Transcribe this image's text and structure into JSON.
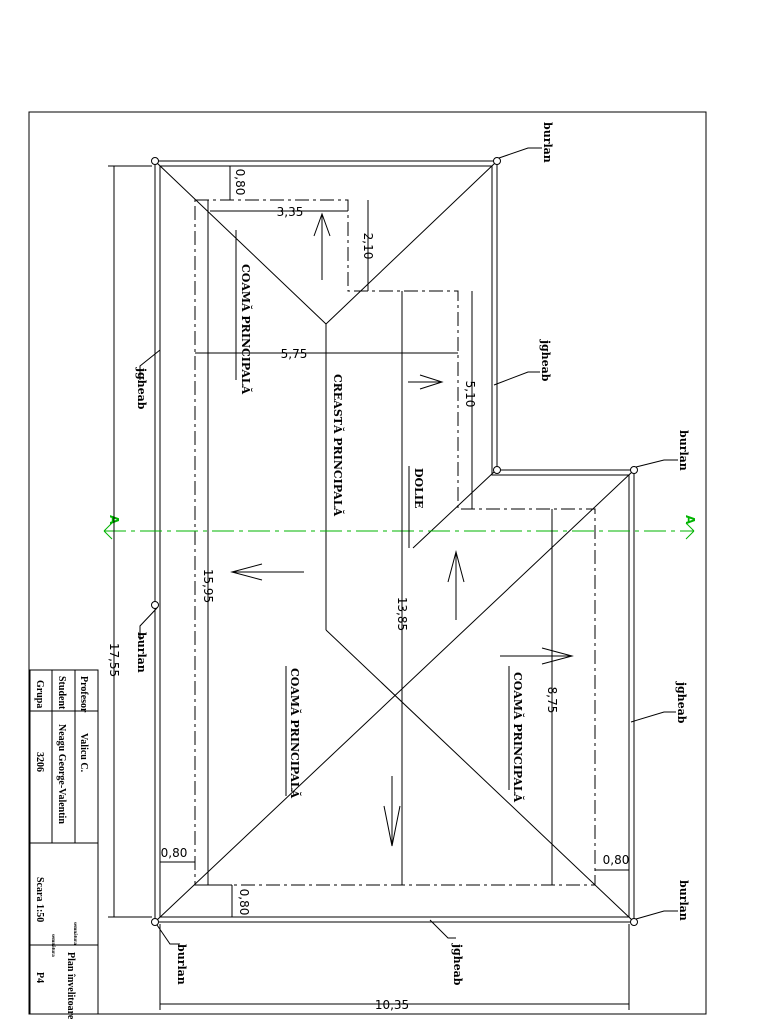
{
  "dimensions": {
    "overall_length": "17,55",
    "overall_width": "10,35",
    "inner_length": "15,95",
    "middle_length": "13,85",
    "right_width": "8,75",
    "wing_width": "5,75",
    "wing_length": "5,10",
    "top_width": "3,35",
    "top_offset": "2,10",
    "overhang_top": "0,80",
    "overhang_bottom_left": "0,80",
    "overhang_bottom_vertical": "0,80",
    "overhang_right": "0,80"
  },
  "labels": {
    "ridge_1": "COAMĂ PRINCIPALĂ",
    "ridge_2": "CREASTĂ PRINCIPALĂ",
    "ridge_3": "COAMĂ PRINCIPALĂ",
    "ridge_4": "COAMĂ PRINCIPALĂ",
    "valley": "DOLIE",
    "downspout": "burlan",
    "gutter": "jgheab",
    "section": "A"
  },
  "title_block": {
    "professor_label": "Profesor",
    "professor_name": "Valicu C.",
    "student_label": "Student",
    "student_name": "Neagu George-Valentin",
    "group_label": "Grupa",
    "group_value": "3206",
    "scale": "Scara 1:50",
    "title": "Plan învelitoare",
    "sheet": "P4",
    "signature_1": "semnătura",
    "signature_2": "semnătura"
  },
  "colors": {
    "lines": "#000000",
    "section_line": "#00b400",
    "background": "#ffffff"
  }
}
